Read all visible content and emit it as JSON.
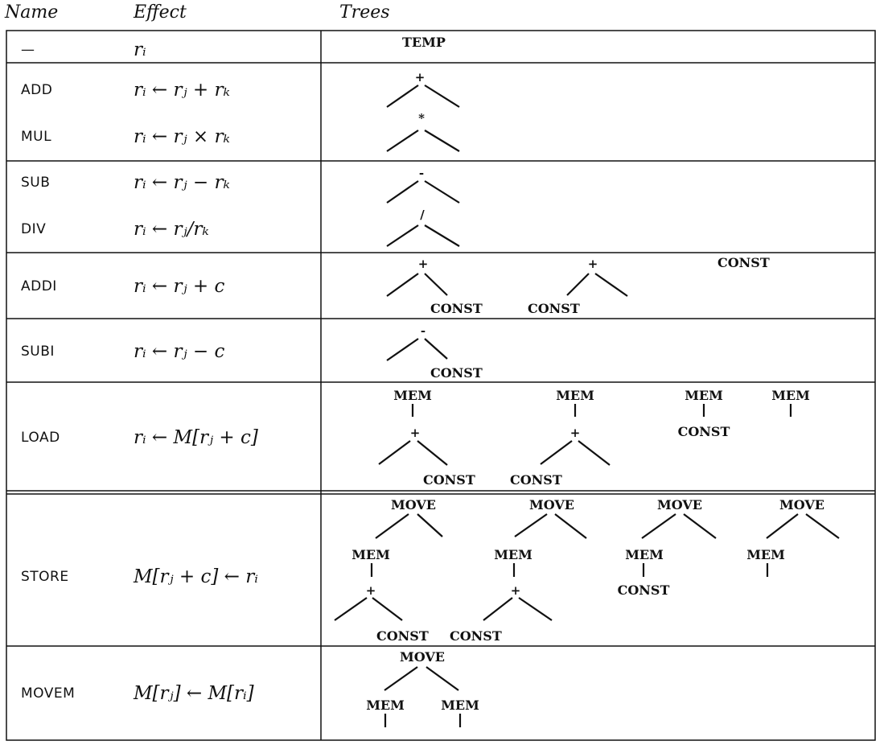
{
  "headers": {
    "name": "Name",
    "effect": "Effect",
    "trees": "Trees"
  },
  "rows": [
    {
      "name": "—",
      "effect": "rᵢ"
    },
    {
      "name": "ADD",
      "effect": "rᵢ ← rⱼ + rₖ"
    },
    {
      "name": "MUL",
      "effect": "rᵢ ← rⱼ × rₖ"
    },
    {
      "name": "SUB",
      "effect": "rᵢ ← rⱼ − rₖ"
    },
    {
      "name": "DIV",
      "effect": "rᵢ ← rⱼ/rₖ"
    },
    {
      "name": "ADDI",
      "effect": "rᵢ ← rⱼ + c"
    },
    {
      "name": "SUBI",
      "effect": "rᵢ ← rⱼ − c"
    },
    {
      "name": "LOAD",
      "effect": "rᵢ ← M[rⱼ + c]"
    },
    {
      "name": "STORE",
      "effect": "M[rⱼ + c] ← rᵢ"
    },
    {
      "name": "MOVEM",
      "effect": "M[rⱼ] ← M[rᵢ]"
    }
  ],
  "trees": {
    "temp": "TEMP",
    "plus": "+",
    "times": "*",
    "minus": "-",
    "divide": "/",
    "const": "CONST",
    "mem": "MEM",
    "move": "MOVE"
  }
}
